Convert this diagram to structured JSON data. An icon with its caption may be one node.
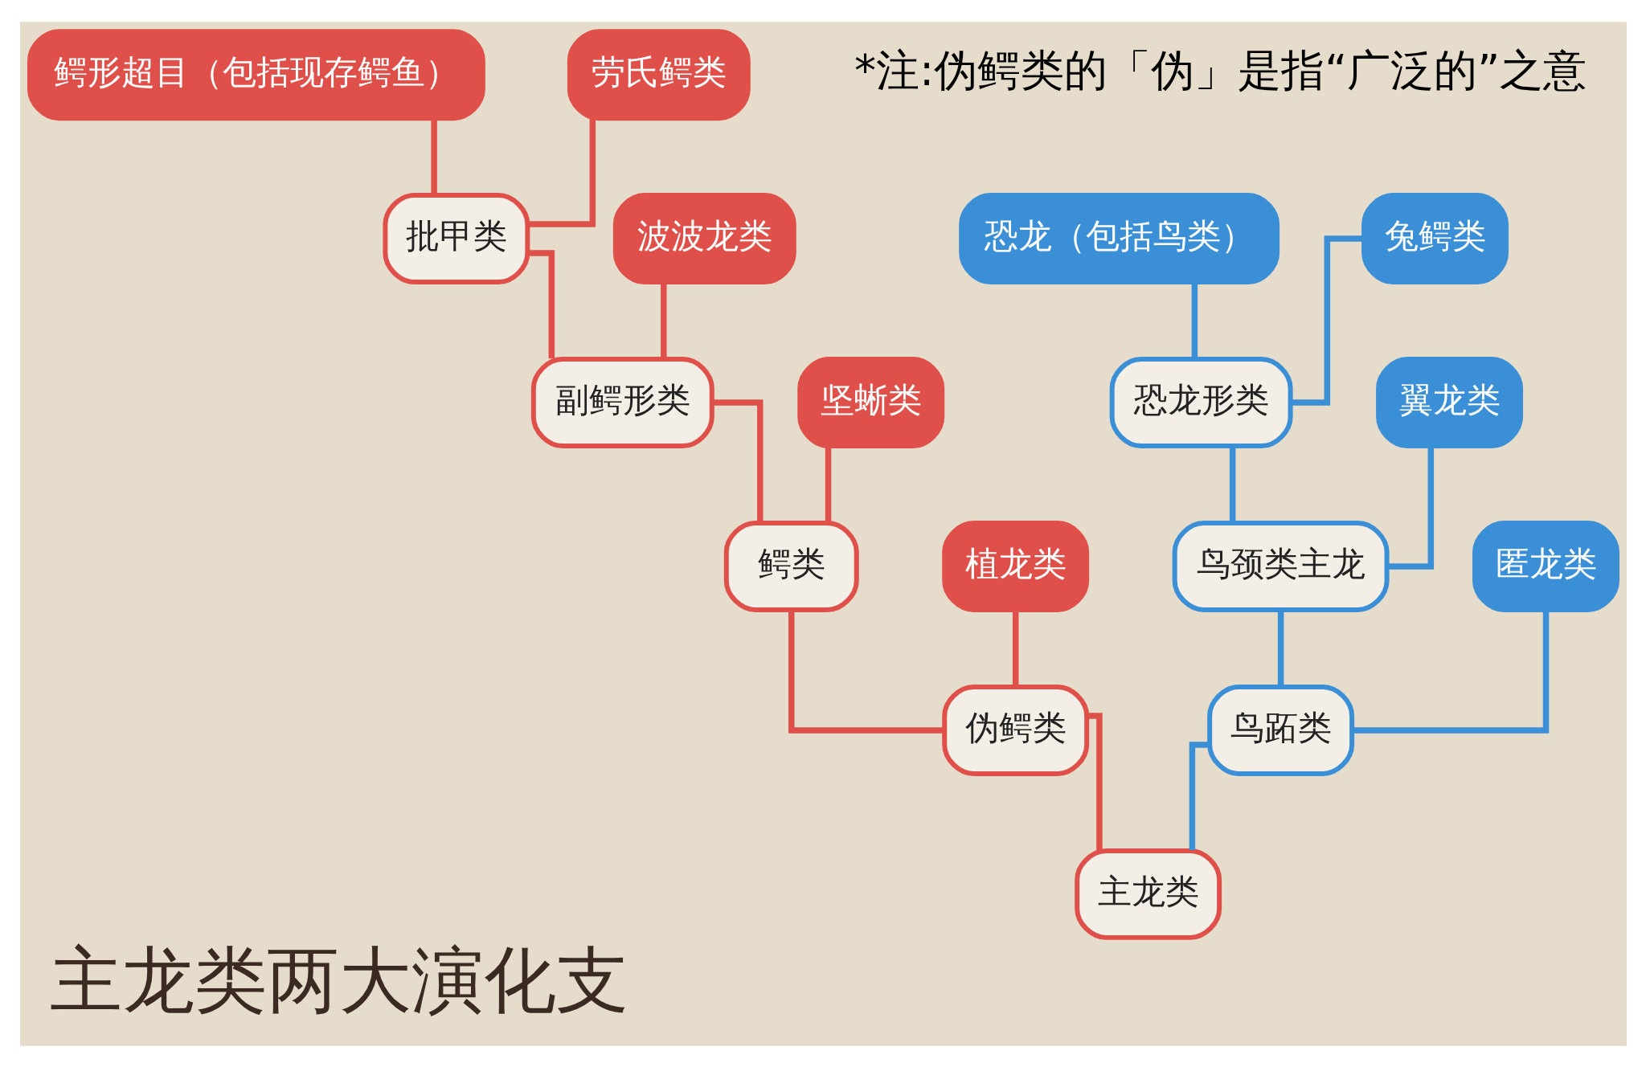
{
  "diagram": {
    "title": "主龙类两大演化支",
    "nodes": [
      {
        "text": [
          "鳄形超目（包括现存鳄鱼）"
        ]
      },
      {
        "text": [
          "劳氏鳄类"
        ]
      },
      {
        "text": [
          "批甲类"
        ]
      },
      {
        "text": [
          "恐龙（包括鸟类）"
        ]
      },
      {
        "text": [
          "兔鳄类"
        ]
      },
      {
        "text": [
          "波波龙类"
        ]
      },
      {
        "text": [
          "副鳄形类"
        ]
      },
      {
        "text": [
          "恐龙形类"
        ]
      },
      {
        "text": [
          "坚蜥类"
        ]
      },
      {
        "text": [
          "翼龙类"
        ]
      },
      {
        "text": [
          "鳄类"
        ]
      },
      {
        "text": [
          "鸟颈类主龙"
        ]
      },
      {
        "text": [
          "植龙类"
        ]
      },
      {
        "text": [
          "匿龙类"
        ]
      },
      {
        "text": [
          "伪鳄类"
        ]
      },
      {
        "text": [
          "鸟跖类"
        ]
      },
      {
        "text": [
          "主龙类"
        ]
      }
    ],
    "edges": [
      {
        "from": 16,
        "to": 14,
        "arrow": "none"
      },
      {
        "from": 16,
        "to": 15,
        "arrow": "none",
        "color": "#3a8fd6"
      },
      {
        "from": 14,
        "to": 10,
        "arrow": "none"
      },
      {
        "from": 14,
        "to": 12,
        "arrow": "none"
      },
      {
        "from": 10,
        "to": 6,
        "arrow": "none"
      },
      {
        "from": 10,
        "to": 8,
        "arrow": "none"
      },
      {
        "from": 6,
        "to": 2,
        "arrow": "none"
      },
      {
        "from": 6,
        "to": 5,
        "arrow": "none"
      },
      {
        "from": 2,
        "to": 0,
        "arrow": "none"
      },
      {
        "from": 2,
        "to": 1,
        "arrow": "none"
      },
      {
        "from": 15,
        "to": 13,
        "arrow": "none",
        "color": "#3a8fd6"
      },
      {
        "from": 15,
        "to": 11,
        "arrow": "none",
        "color": "#3a8fd6"
      },
      {
        "from": 11,
        "to": 9,
        "arrow": "none",
        "color": "#3a8fd6"
      },
      {
        "from": 11,
        "to": 7,
        "arrow": "none",
        "color": "#3a8fd6"
      },
      {
        "from": 7,
        "to": 4,
        "arrow": "none",
        "color": "#3a8fd6"
      },
      {
        "from": 7,
        "to": 3,
        "arrow": "none",
        "color": "#3a8fd6"
      }
    ],
    "labels": [
      "*注:伪鳄类的「伪」是指“广泛的”之意"
    ]
  }
}
